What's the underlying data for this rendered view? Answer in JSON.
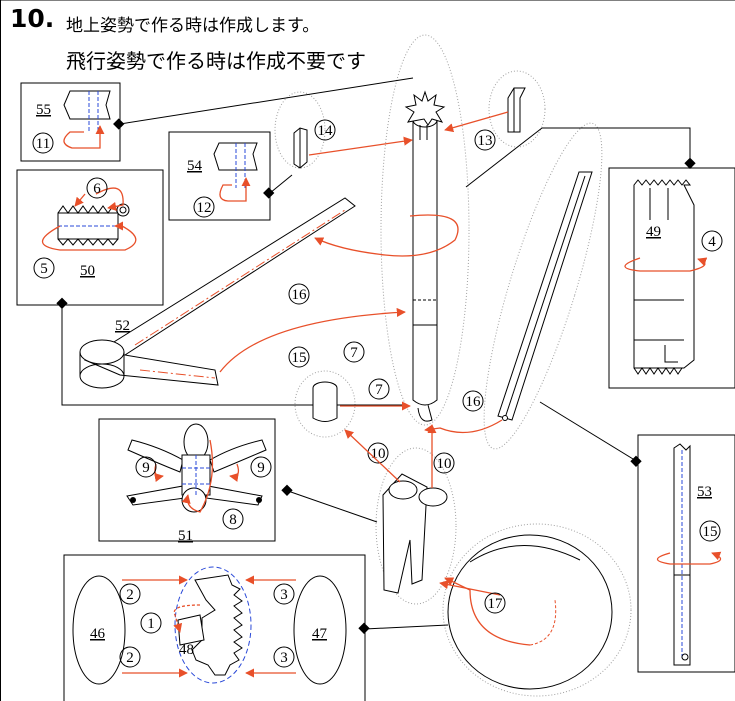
{
  "header": {
    "step_number": "10.",
    "line1": "地上姿勢で作る時は作成します。",
    "line2": "飛行姿勢で作る時は作成不要です"
  },
  "part_numbers": {
    "p55": "55",
    "p54": "54",
    "p50": "50",
    "p49": "49",
    "p52": "52",
    "p51": "51",
    "p53": "53",
    "p46": "46",
    "p47": "47",
    "p48": "48"
  },
  "step_markers": {
    "s1": "1",
    "s2": "2",
    "s3": "3",
    "s4": "4",
    "s5": "5",
    "s6": "6",
    "s7": "7",
    "s8": "8",
    "s9": "9",
    "s10": "10",
    "s11": "11",
    "s12": "12",
    "s13": "13",
    "s14": "14",
    "s15": "15",
    "s16": "16",
    "s17": "17"
  },
  "colors": {
    "arrow": "#e8502a",
    "fold_line": "#2a49d8",
    "outline": "#000000",
    "guide_circle": "#a0a0a0"
  }
}
